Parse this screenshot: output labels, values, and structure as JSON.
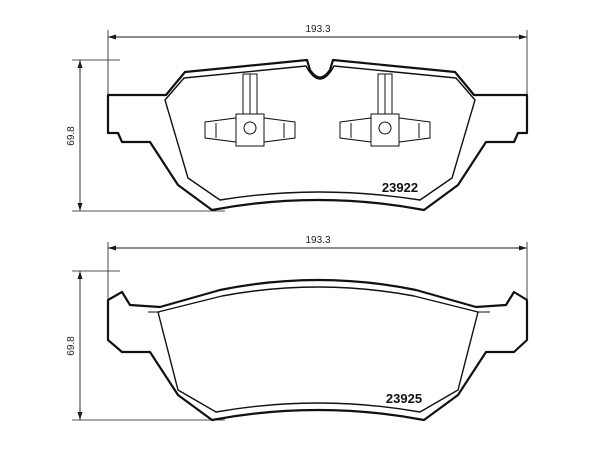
{
  "pad_top": {
    "part_number": "23922",
    "width_label": "193.3",
    "height_label": "69.8"
  },
  "pad_bottom": {
    "part_number": "23925",
    "width_label": "193.3",
    "height_label": "69.8"
  }
}
